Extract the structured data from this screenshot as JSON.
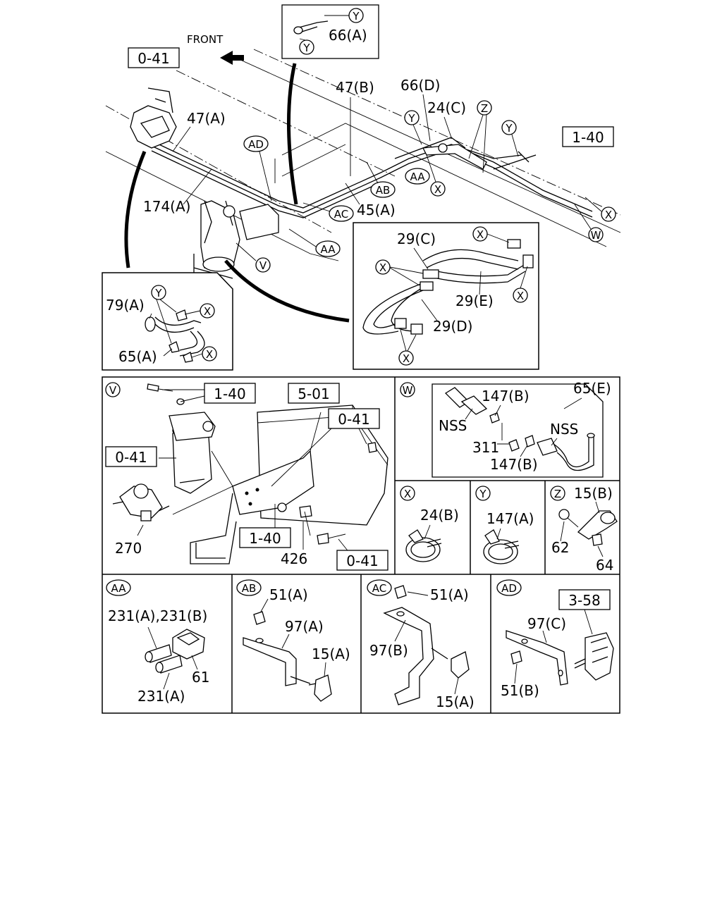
{
  "top": {
    "front": "FRONT",
    "ref_041": "0-41",
    "ref_140": "1-40",
    "lbl_66a": "66(A)",
    "lbl_47b": "47(B)",
    "lbl_66d": "66(D)",
    "lbl_24c": "24(C)",
    "lbl_47a": "47(A)",
    "lbl_174a": "174(A)",
    "lbl_45a": "45(A)",
    "c_y": "Y",
    "c_z": "Z",
    "c_x": "X",
    "c_w": "W",
    "c_v": "V",
    "c_ad": "AD",
    "c_aa": "AA",
    "c_ab": "AB",
    "c_ac": "AC"
  },
  "inset_hose": {
    "lbl_29c": "29(C)",
    "lbl_29e": "29(E)",
    "lbl_29d": "29(D)",
    "c_x": "X"
  },
  "inset_79": {
    "lbl_79a": "79(A)",
    "lbl_65a": "65(A)",
    "c_y": "Y",
    "c_x": "X"
  },
  "panel_v": {
    "circle": "V",
    "ref_140": "1-40",
    "ref_501": "5-01",
    "ref_041": "0-41",
    "lbl_270": "270",
    "lbl_426": "426"
  },
  "panel_w": {
    "circle": "W",
    "lbl_147b": "147(B)",
    "lbl_65e": "65(E)",
    "nss": "NSS",
    "lbl_311": "311"
  },
  "panel_x": {
    "circle": "X",
    "lbl": "24(B)"
  },
  "panel_y": {
    "circle": "Y",
    "lbl": "147(A)"
  },
  "panel_z": {
    "circle": "Z",
    "lbl_15b": "15(B)",
    "lbl_62": "62",
    "lbl_64": "64"
  },
  "panel_aa": {
    "circle": "AA",
    "lbl_231ab": "231(A),231(B)",
    "lbl_61": "61",
    "lbl_231a": "231(A)"
  },
  "panel_ab": {
    "circle": "AB",
    "lbl_51a": "51(A)",
    "lbl_97a": "97(A)",
    "lbl_15a": "15(A)"
  },
  "panel_ac": {
    "circle": "AC",
    "lbl_51a": "51(A)",
    "lbl_97b": "97(B)",
    "lbl_15a": "15(A)"
  },
  "panel_ad": {
    "circle": "AD",
    "ref_358": "3-58",
    "lbl_97c": "97(C)",
    "lbl_51b": "51(B)"
  }
}
